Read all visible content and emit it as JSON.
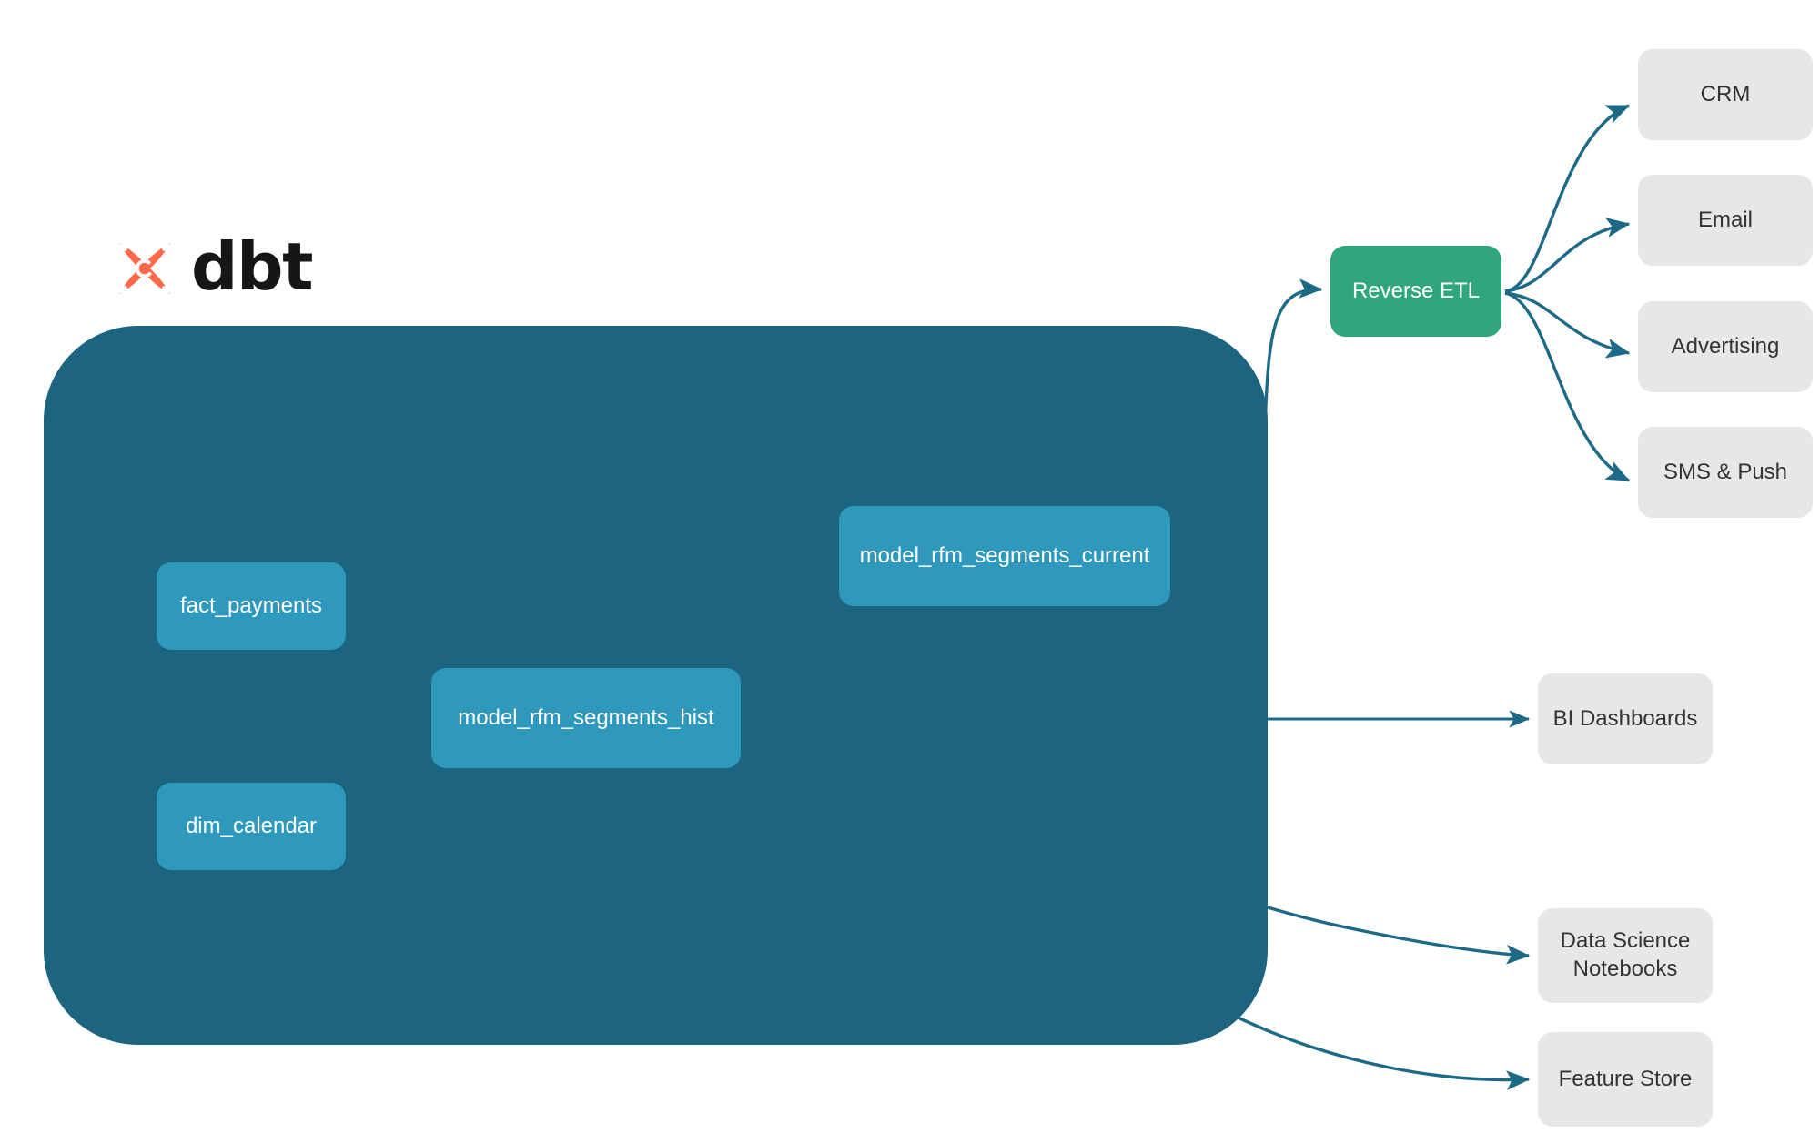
{
  "brand": {
    "logo_icon": "dbt-logo-icon",
    "wordmark": "dbt"
  },
  "colors": {
    "panel": "#1d6480",
    "model_node": "#2e99bd",
    "reverse_etl_node": "#2fa680",
    "destination_node": "#e7e7e7",
    "edge_external": "#1d6a86",
    "edge_internal": "#2e94b5",
    "logo_mark": "#ff694a",
    "background": "#ffffff"
  },
  "project_panel": {
    "name": "dbt-project-panel",
    "models": [
      {
        "id": "fact_payments",
        "label": "fact_payments"
      },
      {
        "id": "dim_calendar",
        "label": "dim_calendar"
      },
      {
        "id": "model_rfm_segments_hist",
        "label": "model_rfm_segments_hist"
      },
      {
        "id": "model_rfm_segments_current",
        "label": "model_rfm_segments_current"
      }
    ]
  },
  "activation": {
    "reverse_etl": {
      "id": "reverse_etl",
      "label": "Reverse ETL"
    },
    "destinations": [
      {
        "id": "crm",
        "label": "CRM"
      },
      {
        "id": "email",
        "label": "Email"
      },
      {
        "id": "advertising",
        "label": "Advertising"
      },
      {
        "id": "sms_push",
        "label": "SMS & Push"
      }
    ]
  },
  "consumers": [
    {
      "id": "bi_dashboards",
      "label": "BI Dashboards"
    },
    {
      "id": "data_science_notebooks",
      "label_line1": "Data Science",
      "label_line2": "Notebooks"
    },
    {
      "id": "feature_store",
      "label": "Feature Store"
    }
  ],
  "edges": [
    {
      "from": "fact_payments",
      "to": "model_rfm_segments_hist",
      "scope": "internal"
    },
    {
      "from": "dim_calendar",
      "to": "model_rfm_segments_hist",
      "scope": "internal"
    },
    {
      "from": "model_rfm_segments_hist",
      "to": "model_rfm_segments_current",
      "scope": "internal"
    },
    {
      "from": "model_rfm_segments_current",
      "to": "reverse_etl",
      "scope": "external"
    },
    {
      "from": "reverse_etl",
      "to": "crm",
      "scope": "external"
    },
    {
      "from": "reverse_etl",
      "to": "email",
      "scope": "external"
    },
    {
      "from": "reverse_etl",
      "to": "advertising",
      "scope": "external"
    },
    {
      "from": "reverse_etl",
      "to": "sms_push",
      "scope": "external"
    },
    {
      "from": "model_rfm_segments_hist",
      "to": "bi_dashboards",
      "scope": "external"
    },
    {
      "from": "model_rfm_segments_hist",
      "to": "data_science_notebooks",
      "scope": "external"
    },
    {
      "from": "model_rfm_segments_hist",
      "to": "feature_store",
      "scope": "external"
    }
  ]
}
